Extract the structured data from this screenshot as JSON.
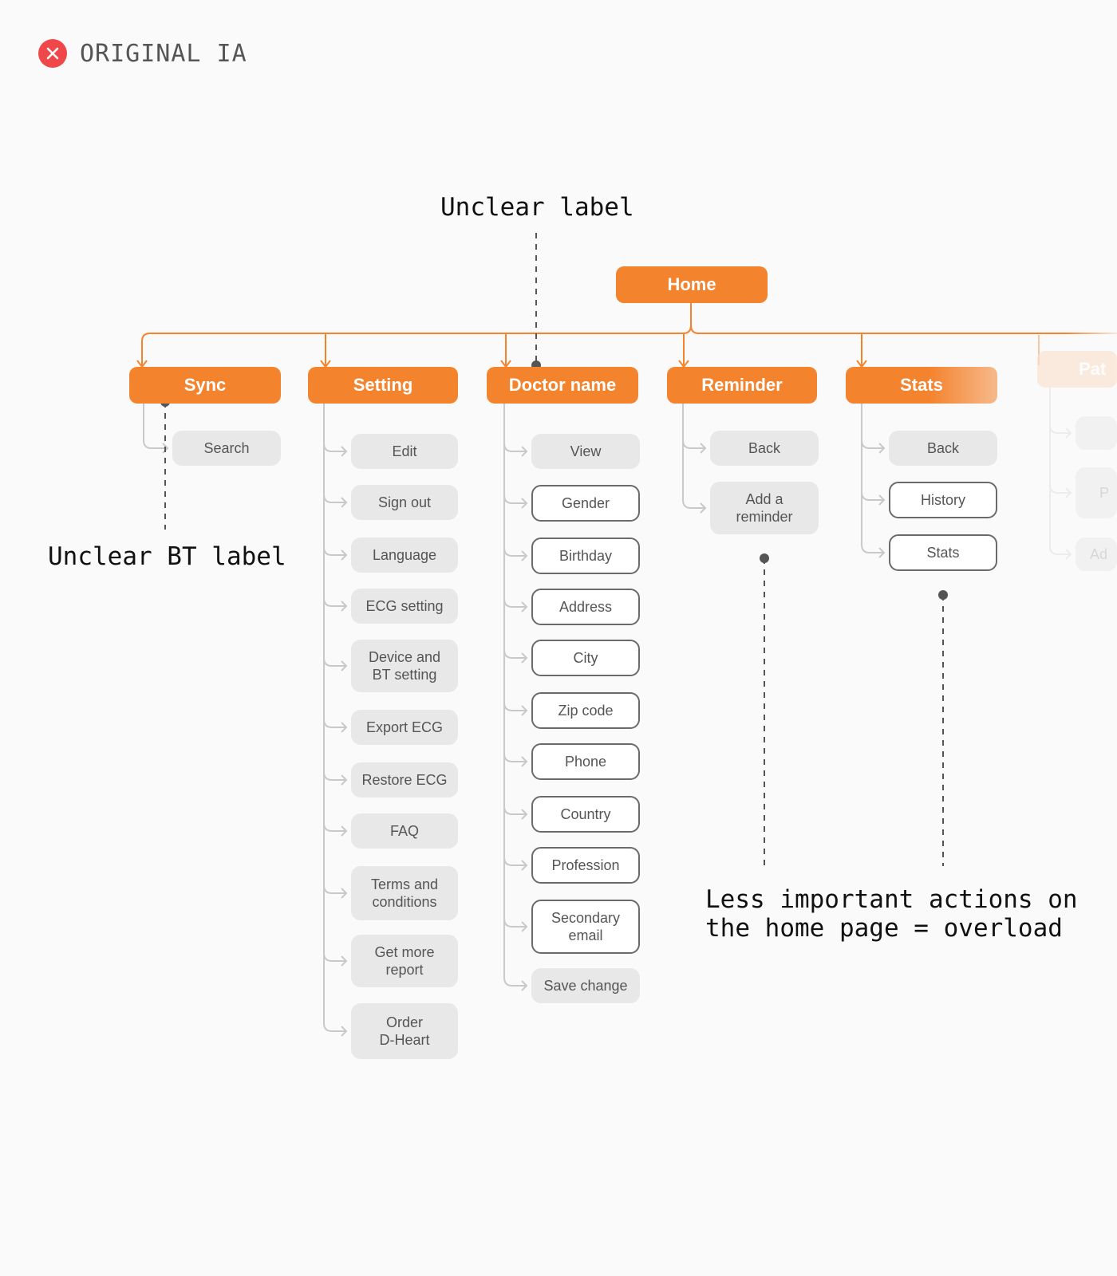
{
  "header": {
    "title": "ORIGINAL IA",
    "status_icon": "close-icon",
    "status_color": "#f0484a"
  },
  "colors": {
    "accent": "#f4832e",
    "node_fill": "#e8e8e8",
    "node_outline": "#6a6a6a",
    "connector": "#c9c9c9"
  },
  "tree": {
    "root": "Home",
    "categories": [
      {
        "label": "Sync",
        "children": [
          "Search"
        ]
      },
      {
        "label": "Setting",
        "children": [
          "Edit",
          "Sign out",
          "Language",
          "ECG setting",
          "Device and\nBT setting",
          "Export ECG",
          "Restore ECG",
          "FAQ",
          "Terms and\nconditions",
          "Get more\nreport",
          "Order\nD-Heart"
        ]
      },
      {
        "label": "Doctor name",
        "children": [
          "View",
          "Gender",
          "Birthday",
          "Address",
          "City",
          "Zip code",
          "Phone",
          "Country",
          "Profession",
          "Secondary\nemail",
          "Save change"
        ]
      },
      {
        "label": "Reminder",
        "children": [
          "Back",
          "Add a\nreminder"
        ]
      },
      {
        "label": "Stats",
        "children": [
          "Back",
          "History",
          "Stats"
        ]
      },
      {
        "label": "Pat",
        "children": [
          "",
          "P",
          "Ad"
        ]
      }
    ]
  },
  "annotations": {
    "unclear_label": "Unclear label",
    "unclear_bt_label": "Unclear BT label",
    "overload": "Less important actions on\nthe home page = overload"
  }
}
